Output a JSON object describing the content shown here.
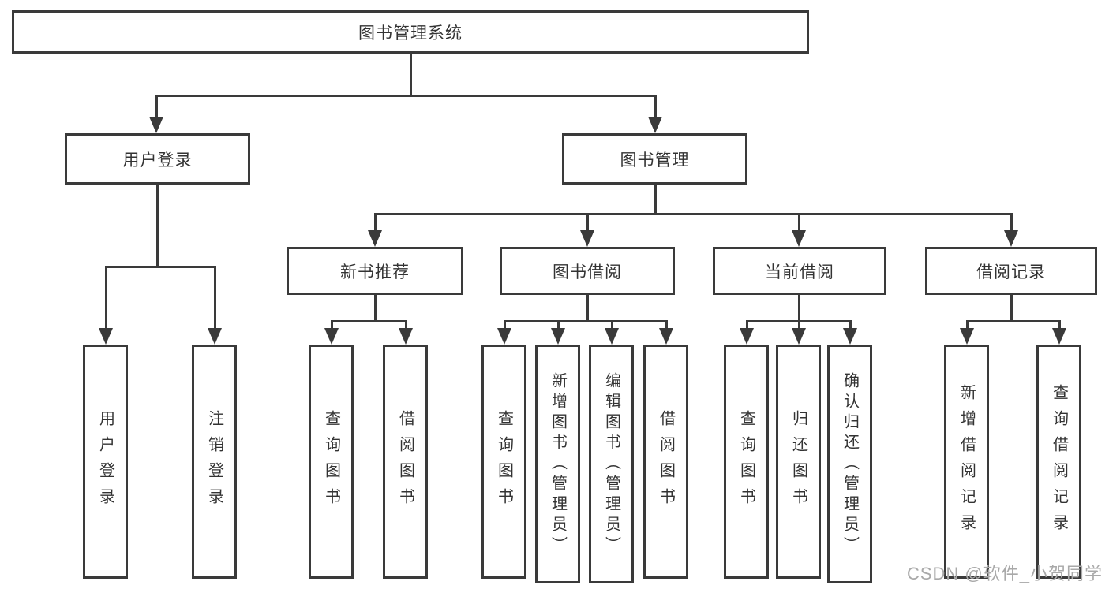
{
  "diagram": {
    "root": {
      "label": "图书管理系统"
    },
    "level2": [
      {
        "label": "用户登录"
      },
      {
        "label": "图书管理"
      }
    ],
    "level3": [
      {
        "label": "新书推荐"
      },
      {
        "label": "图书借阅"
      },
      {
        "label": "当前借阅"
      },
      {
        "label": "借阅记录"
      }
    ],
    "leaves": [
      {
        "label": "用户登录"
      },
      {
        "label": "注销登录"
      },
      {
        "label": "查询图书"
      },
      {
        "label": "借阅图书"
      },
      {
        "label": "查询图书"
      },
      {
        "label": "新增图书（管理员）"
      },
      {
        "label": "编辑图书（管理员）"
      },
      {
        "label": "借阅图书"
      },
      {
        "label": "查询图书"
      },
      {
        "label": "归还图书"
      },
      {
        "label": "确认归还（管理员）"
      },
      {
        "label": "新增借阅记录"
      },
      {
        "label": "查询借阅记录"
      }
    ]
  },
  "watermark": {
    "text": "CSDN @软件_小贺同学"
  },
  "colors": {
    "line": "#3a3a3a",
    "text": "#333333",
    "background": "#ffffff",
    "watermark": "#a9a9a9"
  }
}
